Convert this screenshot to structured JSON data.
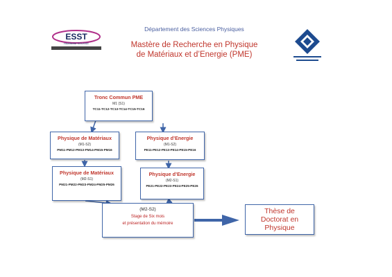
{
  "header": {
    "department": "Département des Sciences Physiques",
    "title_line1": "Mastère de Recherche en Physique",
    "title_line2": "de Matériaux et d’Energie  (PME)"
  },
  "logos": {
    "left_text": "ESST",
    "left_sub": "HAMMAM SOUSSE"
  },
  "boxes": {
    "tronc": {
      "title": "Tronc Commun  PME",
      "sem": "M1 (S1)",
      "courses": "TC11-TC12-TC13-TC14-TC15-TC16"
    },
    "mat1": {
      "title": "Physique de Matériaux",
      "sem": "(M1-S2)",
      "courses": "PM11-PM12-PM13-PM14-PM15-PM16"
    },
    "ener1": {
      "title": "Physique d’Energie",
      "sem": "(M1-S2)",
      "courses": "PE11-PE12-PE13-PE14-PE15-PE16"
    },
    "mat2": {
      "title": "Physique de Matériaux",
      "sem": "(M2-S1)",
      "courses": "PM21-PM22-PM23-PM24-PM25-PM26"
    },
    "ener2": {
      "title": "Physique d’Energie",
      "sem": "(M2-S1)",
      "courses": "PE21-PE22-PE23-PE24-PE25-PE26"
    },
    "stage": {
      "sem": "(M2-S2)",
      "line1": "Stage de Six mois",
      "line2": "et présentation du mémoire"
    },
    "these": {
      "line1": "Thèse de",
      "line2": "Doctorat  en",
      "line3": "Physique"
    }
  },
  "colors": {
    "accent": "#c0362c",
    "border": "#3f65a8",
    "dept": "#4a5fa0"
  }
}
